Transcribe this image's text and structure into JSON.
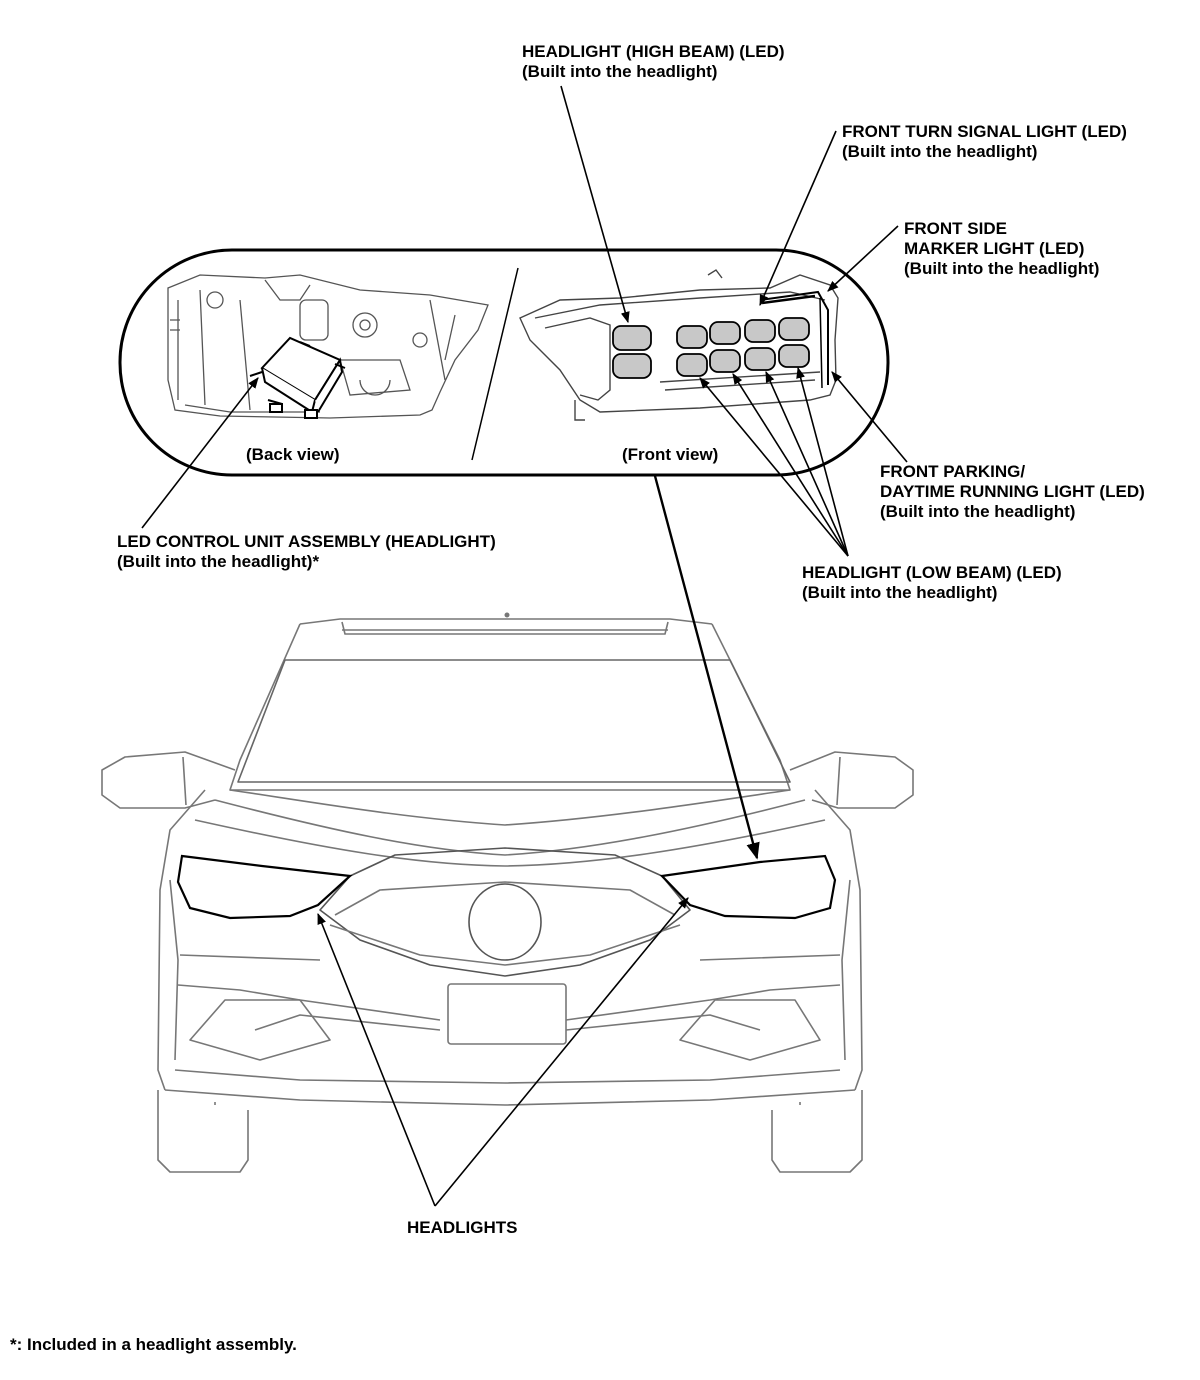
{
  "views": {
    "back": "(Back view)",
    "front": "(Front view)"
  },
  "callouts": {
    "high_beam": {
      "line1": "HEADLIGHT (HIGH BEAM) (LED)",
      "line2": "(Built into the headlight)"
    },
    "turn_signal": {
      "line1": "FRONT TURN SIGNAL LIGHT (LED)",
      "line2": "(Built into the headlight)"
    },
    "side_marker": {
      "line1": "FRONT SIDE",
      "line2": "MARKER LIGHT (LED)",
      "line3": "(Built into the headlight)"
    },
    "parking_drl": {
      "line1": "FRONT PARKING/",
      "line2": "DAYTIME RUNNING LIGHT (LED)",
      "line3": "(Built into the headlight)"
    },
    "low_beam": {
      "line1": "HEADLIGHT (LOW BEAM) (LED)",
      "line2": "(Built into the headlight)"
    },
    "led_control_unit": {
      "line1": "LED CONTROL UNIT ASSEMBLY (HEADLIGHT)",
      "line2": "(Built into the headlight)*"
    },
    "headlights": {
      "line1": "HEADLIGHTS"
    }
  },
  "footnote": "*: Included in a headlight assembly."
}
